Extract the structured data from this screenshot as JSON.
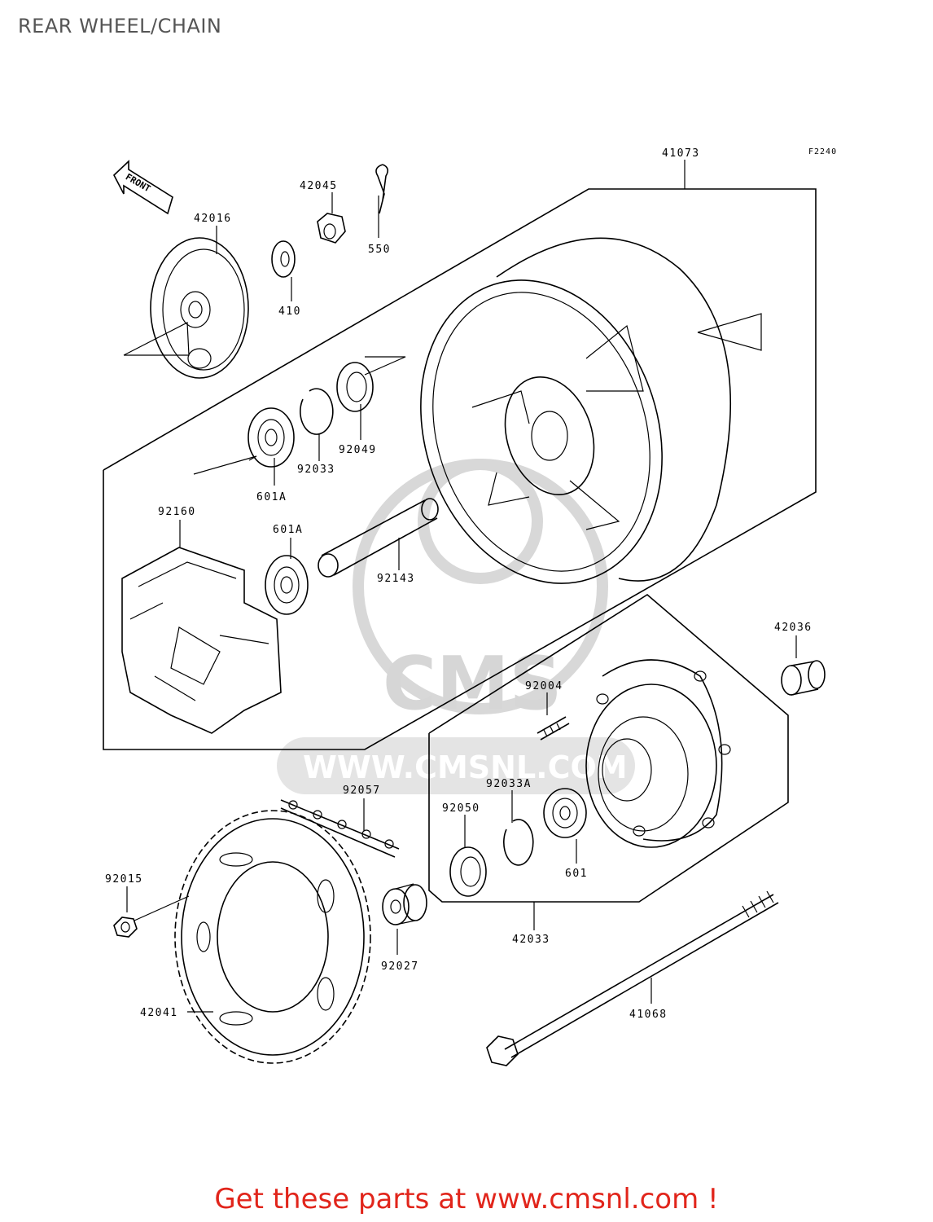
{
  "header": {
    "title": "REAR WHEEL/CHAIN"
  },
  "figure_code": "F2240",
  "front_arrow_text": "FRONT",
  "watermark": {
    "text": "WWW.CMSNL.COM",
    "logo": "CMS"
  },
  "parts": [
    {
      "id": "41073"
    },
    {
      "id": "42045"
    },
    {
      "id": "550"
    },
    {
      "id": "42016"
    },
    {
      "id": "410"
    },
    {
      "id": "92049"
    },
    {
      "id": "92033"
    },
    {
      "id": "601A"
    },
    {
      "id": "92160"
    },
    {
      "id": "601A"
    },
    {
      "id": "92143"
    },
    {
      "id": "42036"
    },
    {
      "id": "92004"
    },
    {
      "id": "92057"
    },
    {
      "id": "92033A"
    },
    {
      "id": "92050"
    },
    {
      "id": "601"
    },
    {
      "id": "92015"
    },
    {
      "id": "42033"
    },
    {
      "id": "92027"
    },
    {
      "id": "41068"
    },
    {
      "id": "42041"
    }
  ],
  "footer": {
    "cta": "Get these parts at www.cmsnl.com !"
  },
  "colors": {
    "title": "#555555",
    "footer": "#e1251b",
    "watermark": "#d8d8d8"
  }
}
